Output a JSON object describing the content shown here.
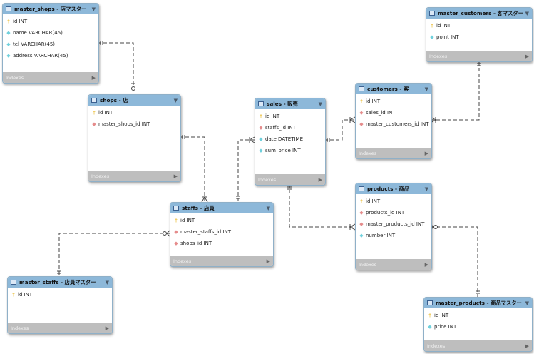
{
  "tables": {
    "master_shops": {
      "title": "master_shops - 店マスター",
      "columns": [
        {
          "icon": "primary-key-icon",
          "text": "id INT"
        },
        {
          "icon": "column-icon",
          "text": "name VARCHAR(45)"
        },
        {
          "icon": "column-icon",
          "text": "tel VARCHAR(45)"
        },
        {
          "icon": "column-icon",
          "text": "address VARCHAR(45)"
        }
      ],
      "footer": "Indexes"
    },
    "master_customers": {
      "title": "master_customers - 客マスター",
      "columns": [
        {
          "icon": "primary-key-icon",
          "text": "id INT"
        },
        {
          "icon": "column-icon",
          "text": "point INT"
        }
      ],
      "footer": "Indexes"
    },
    "shops": {
      "title": "shops - 店",
      "columns": [
        {
          "icon": "primary-key-icon",
          "text": "id INT"
        },
        {
          "icon": "foreign-key-icon",
          "text": "master_shops_id INT"
        }
      ],
      "footer": "Indexes"
    },
    "sales": {
      "title": "sales - 販売",
      "columns": [
        {
          "icon": "primary-key-icon",
          "text": "id INT"
        },
        {
          "icon": "foreign-key-icon",
          "text": "staffs_id INT"
        },
        {
          "icon": "column-icon",
          "text": "date DATETIME"
        },
        {
          "icon": "column-icon",
          "text": "sum_price INT"
        }
      ],
      "footer": "Indexes"
    },
    "customers": {
      "title": "customers - 客",
      "columns": [
        {
          "icon": "primary-key-icon",
          "text": "id INT"
        },
        {
          "icon": "foreign-key-icon",
          "text": "sales_id INT"
        },
        {
          "icon": "foreign-key-icon",
          "text": "master_customers_id INT"
        }
      ],
      "footer": "Indexes"
    },
    "staffs": {
      "title": "staffs - 店員",
      "columns": [
        {
          "icon": "primary-key-icon",
          "text": "id INT"
        },
        {
          "icon": "foreign-key-icon",
          "text": "master_staffs_id INT"
        },
        {
          "icon": "foreign-key-icon",
          "text": "shops_id INT"
        }
      ],
      "footer": "Indexes"
    },
    "products": {
      "title": "products - 商品",
      "columns": [
        {
          "icon": "primary-key-icon",
          "text": "id INT"
        },
        {
          "icon": "foreign-key-icon",
          "text": "products_id INT"
        },
        {
          "icon": "foreign-key-icon",
          "text": "master_products_id INT"
        },
        {
          "icon": "column-icon",
          "text": "number INT"
        }
      ],
      "footer": "Indexes"
    },
    "master_staffs": {
      "title": "master_staffs - 店員マスター",
      "columns": [
        {
          "icon": "primary-key-icon",
          "text": "id INT"
        }
      ],
      "footer": "Indexes"
    },
    "master_products": {
      "title": "master_products - 商品マスター",
      "columns": [
        {
          "icon": "primary-key-icon",
          "text": "id INT"
        },
        {
          "icon": "column-icon",
          "text": "price INT"
        }
      ],
      "footer": "Indexes"
    }
  },
  "relationships": [
    {
      "from": "shops",
      "to": "master_shops",
      "from_end": "one-or-zero",
      "to_end": "one"
    },
    {
      "from": "staffs",
      "to": "shops",
      "from_end": "many",
      "to_end": "one"
    },
    {
      "from": "sales",
      "to": "staffs",
      "from_end": "many",
      "to_end": "one"
    },
    {
      "from": "customers",
      "to": "sales",
      "from_end": "many",
      "to_end": "one"
    },
    {
      "from": "customers",
      "to": "master_customers",
      "from_end": "many",
      "to_end": "one"
    },
    {
      "from": "products",
      "to": "sales",
      "from_end": "many",
      "to_end": "one"
    },
    {
      "from": "staffs",
      "to": "master_staffs",
      "from_end": "zero-or-one",
      "to_end": "one"
    },
    {
      "from": "products",
      "to": "master_products",
      "from_end": "zero-or-one",
      "to_end": "one"
    }
  ],
  "colors": {
    "header": "#8db8d9",
    "footer": "#bebebe",
    "key_icon": "#e8b51c",
    "fk_icon": "#e58b8b",
    "column_icon": "#6fd0dc",
    "line": "#444444"
  }
}
